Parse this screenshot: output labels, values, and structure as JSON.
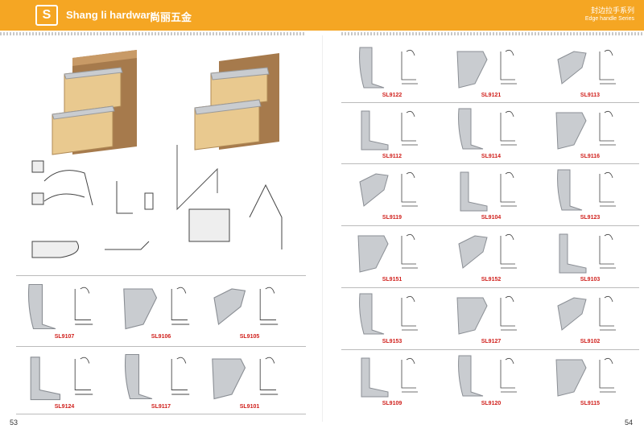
{
  "header": {
    "logo_glyph": "S",
    "brand": "Shang li hardware",
    "brand_cn": "尚丽五金",
    "series_cn": "封边拉手系列",
    "series_en": "Edge handle Series"
  },
  "pages": {
    "left": "53",
    "right": "54"
  },
  "left_products": [
    {
      "code": "SL9107"
    },
    {
      "code": "SL9106"
    },
    {
      "code": "SL9105"
    },
    {
      "code": "SL9124"
    },
    {
      "code": "SL9117"
    },
    {
      "code": "SL9101"
    }
  ],
  "right_products": [
    {
      "code": "SL9122"
    },
    {
      "code": "SL9121"
    },
    {
      "code": "SL9113"
    },
    {
      "code": "SL9112"
    },
    {
      "code": "SL9114"
    },
    {
      "code": "SL9116"
    },
    {
      "code": "SL9119"
    },
    {
      "code": "SL9104"
    },
    {
      "code": "SL9123"
    },
    {
      "code": "SL9151"
    },
    {
      "code": "SL9152"
    },
    {
      "code": "SL9103"
    },
    {
      "code": "SL9153"
    },
    {
      "code": "SL9127"
    },
    {
      "code": "SL9102"
    },
    {
      "code": "SL9109"
    },
    {
      "code": "SL9120"
    },
    {
      "code": "SL9115"
    }
  ],
  "colors": {
    "header": "#f5a623",
    "code": "#d0201c",
    "wood": "#e9c98f",
    "metal": "#c9ccd0"
  }
}
